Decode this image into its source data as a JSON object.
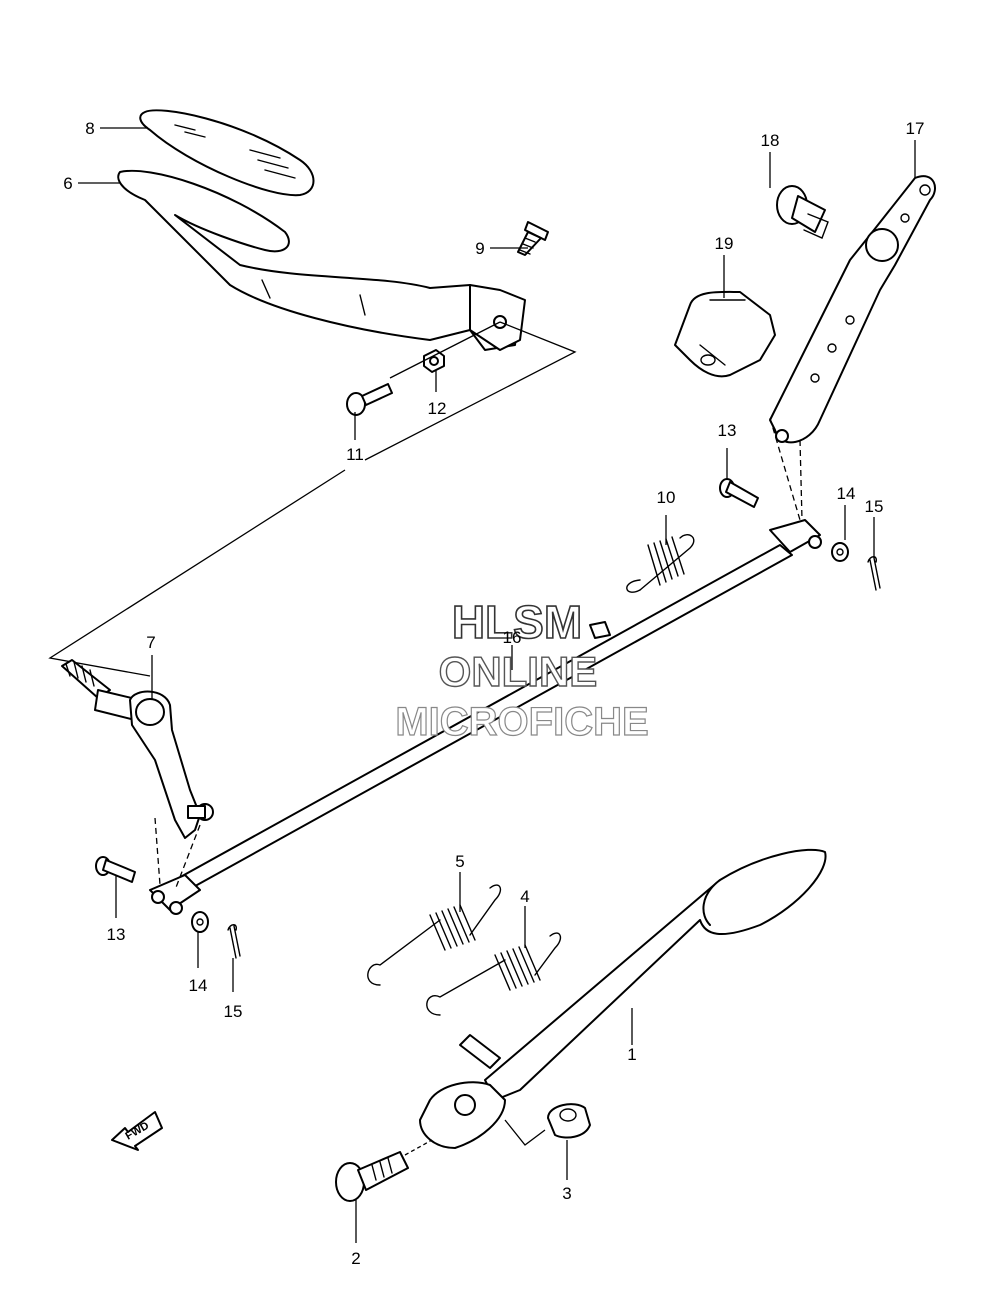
{
  "callouts": {
    "c1": "1",
    "c2": "2",
    "c3": "3",
    "c4": "4",
    "c5": "5",
    "c6": "6",
    "c7": "7",
    "c8": "8",
    "c9": "9",
    "c10": "10",
    "c11": "11",
    "c12": "12",
    "c13a": "13",
    "c13b": "13",
    "c14a": "14",
    "c14b": "14",
    "c15a": "15",
    "c15b": "15",
    "c16": "16",
    "c17": "17",
    "c18": "18",
    "c19": "19"
  },
  "watermark": {
    "line1": "HLSM",
    "line2": "ONLINE",
    "line3": "MICROFICHE"
  },
  "direction_badge": "FWD"
}
